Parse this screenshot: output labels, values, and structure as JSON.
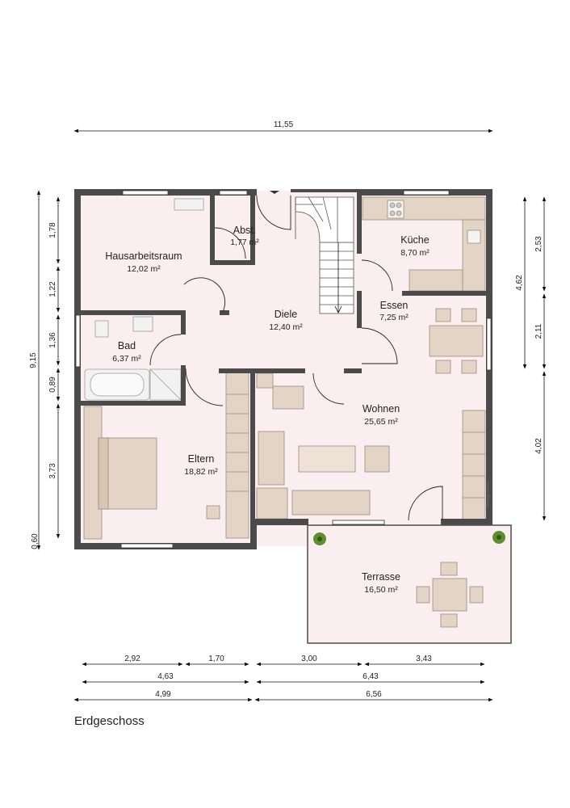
{
  "floor_label": "Erdgeschoss",
  "watermark": "Immogrundriss",
  "colors": {
    "floor": "#fbeef1",
    "wall": "#4b4b4b",
    "furniture": "#e3d4c6",
    "furniture_stroke": "#9c8b7c"
  },
  "rooms": [
    {
      "id": "hausarbeitsraum",
      "name": "Hausarbeitsraum",
      "area": "12,02 m²"
    },
    {
      "id": "abst",
      "name": "Abst.",
      "area": "1,77 m²"
    },
    {
      "id": "kueche",
      "name": "Küche",
      "area": "8,70 m²"
    },
    {
      "id": "diele",
      "name": "Diele",
      "area": "12,40 m²"
    },
    {
      "id": "essen",
      "name": "Essen",
      "area": "7,25 m²"
    },
    {
      "id": "bad",
      "name": "Bad",
      "area": "6,37 m²"
    },
    {
      "id": "wohnen",
      "name": "Wohnen",
      "area": "25,65 m²"
    },
    {
      "id": "eltern",
      "name": "Eltern",
      "area": "18,82 m²"
    },
    {
      "id": "terrasse",
      "name": "Terrasse",
      "area": "16,50 m²"
    }
  ],
  "dimensions": {
    "top_total": "11,55",
    "left_total": "9,15",
    "left_segments": [
      "1,78",
      "1,22",
      "1,36",
      "0,89",
      "3,73",
      "0,60"
    ],
    "right_total": "4,62",
    "right_segments": [
      "2,53",
      "2,11",
      "4,02"
    ],
    "bottom_row1": [
      "2,92",
      "1,70",
      "3,00",
      "3,43"
    ],
    "bottom_row2": [
      "4,63",
      "6,43"
    ],
    "bottom_row3": [
      "4,99",
      "6,56"
    ]
  }
}
